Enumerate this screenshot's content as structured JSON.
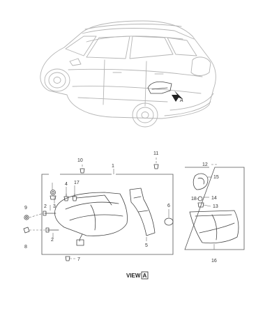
{
  "callouts": {
    "n1": "1",
    "n2a": "2",
    "n2b": "2",
    "n3": "3",
    "n4": "4",
    "n5": "5",
    "n6": "6",
    "n7": "7",
    "n8": "8",
    "n9": "9",
    "n10": "10",
    "n11": "11",
    "n12": "12",
    "n13": "13",
    "n14": "14",
    "n15": "15",
    "n16": "16",
    "n17": "17",
    "n18": "18"
  },
  "car_marker": "A",
  "view_label": {
    "text": "VIEW",
    "letter": "A"
  }
}
